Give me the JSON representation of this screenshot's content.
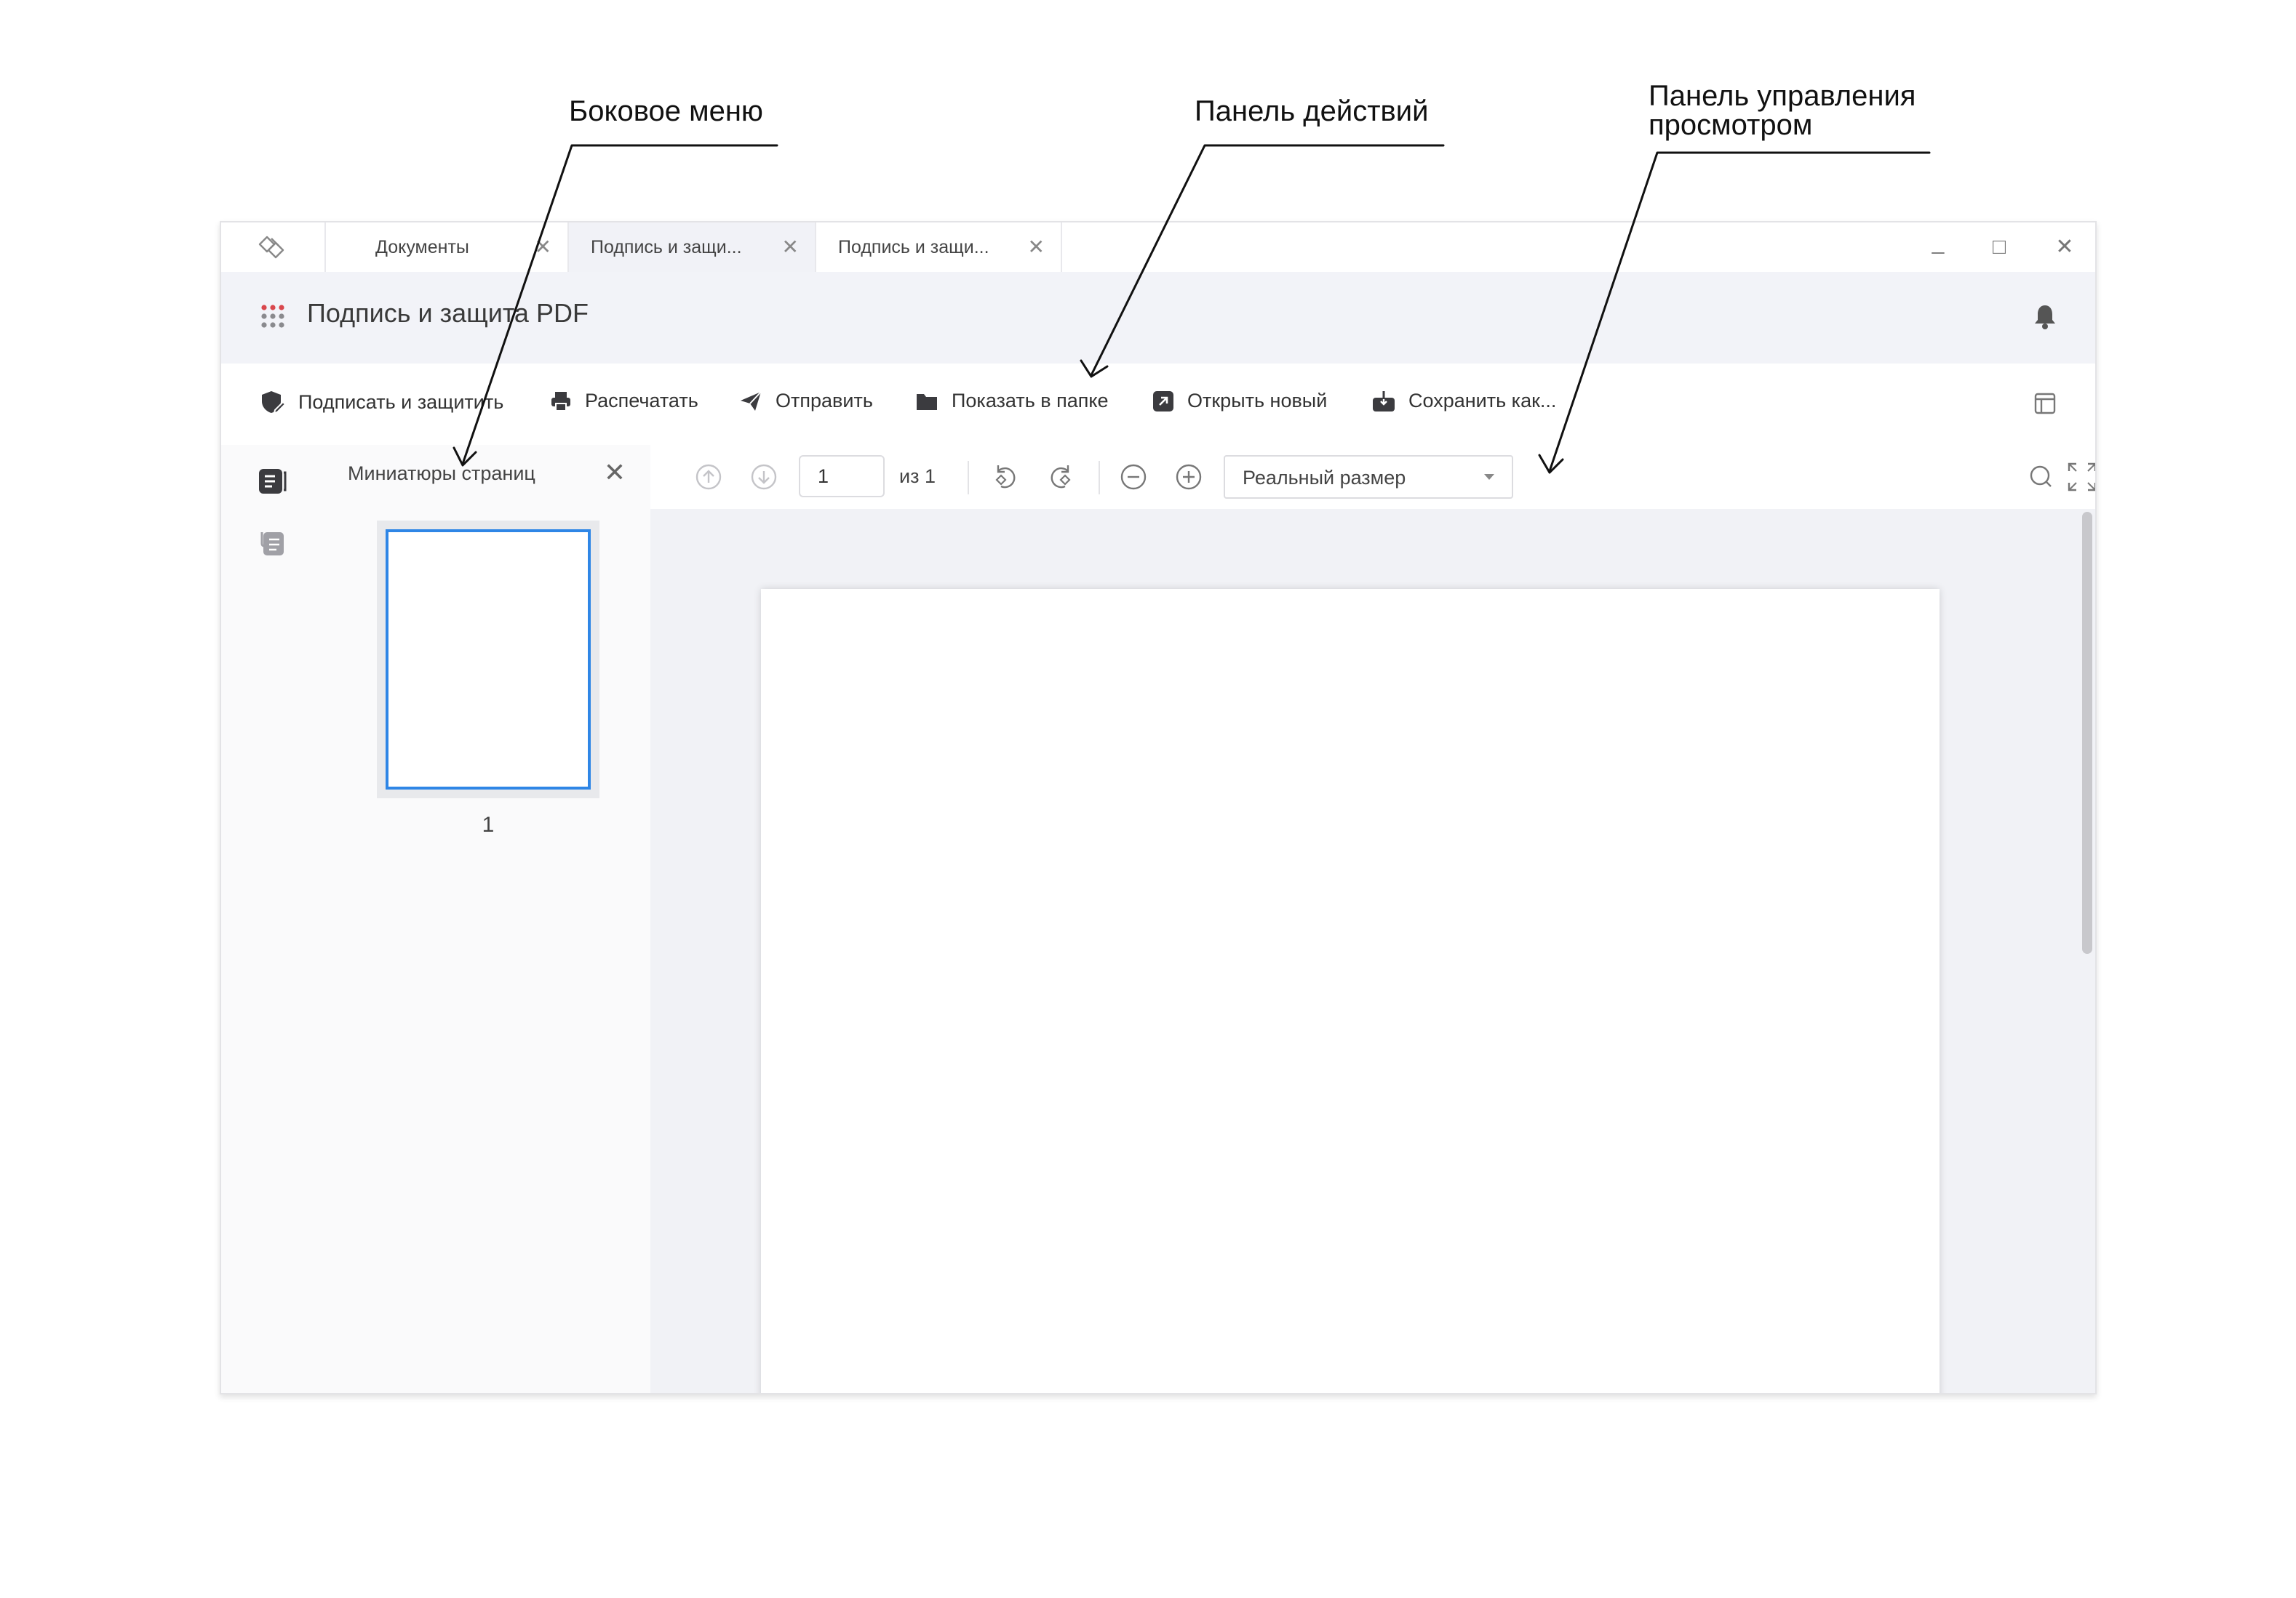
{
  "callouts": {
    "side_menu": "Боковое меню",
    "actions_panel": "Панель действий",
    "view_panel_line1": "Панель управления",
    "view_panel_line2": "просмотром"
  },
  "tabs": [
    {
      "label": "Документы"
    },
    {
      "label": "Подпись и защи..."
    },
    {
      "label": "Подпись и защи..."
    }
  ],
  "window_controls": {
    "minimize": "_",
    "maximize": "□",
    "close": "✕"
  },
  "appbar": {
    "title": "Подпись и защита PDF"
  },
  "actions": [
    {
      "label": "Подписать и защитить",
      "icon": "shield-pen-icon"
    },
    {
      "label": "Распечатать",
      "icon": "printer-icon"
    },
    {
      "label": "Отправить",
      "icon": "send-icon"
    },
    {
      "label": "Показать в папке",
      "icon": "folder-icon"
    },
    {
      "label": "Открыть новый",
      "icon": "open-external-icon"
    },
    {
      "label": "Сохранить как...",
      "icon": "save-download-icon"
    }
  ],
  "thumbnails": {
    "title": "Миниатюры страниц",
    "close": "✕",
    "pages": [
      {
        "number": "1"
      }
    ]
  },
  "viewer": {
    "current_page": "1",
    "total_label": "из 1",
    "zoom": "Реальный размер"
  },
  "colors": {
    "accent_blue": "#2f86e6",
    "appbar_bg": "#f2f3f8",
    "viewport_bg": "#f1f2f6",
    "grid_red": "#d9474d"
  }
}
